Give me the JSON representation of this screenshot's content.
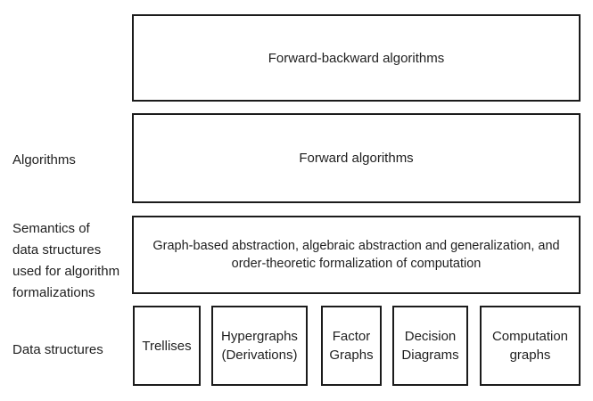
{
  "diagram": {
    "background_color": "#ffffff",
    "border_color": "#1b1b1b",
    "text_color": "#1f1f1f",
    "rows": [
      {
        "label": "",
        "boxes": [
          {
            "label": "Forward-backward algorithms"
          }
        ]
      },
      {
        "label": "Algorithms",
        "boxes": [
          {
            "label": "Forward algorithms"
          }
        ]
      },
      {
        "label": "Semantics of\ndata structures\nused for algorithm\nformalizations",
        "boxes": [
          {
            "label": "Graph-based abstraction, algebraic abstraction and generalization, and\norder-theoretic formalization of computation"
          }
        ]
      },
      {
        "label": "Data structures",
        "boxes": [
          {
            "label": "Trellises"
          },
          {
            "label": "Hypergraphs\n(Derivations)"
          },
          {
            "label": "Factor\nGraphs"
          },
          {
            "label": "Decision\nDiagrams"
          },
          {
            "label": "Computation\ngraphs"
          }
        ]
      }
    ]
  }
}
